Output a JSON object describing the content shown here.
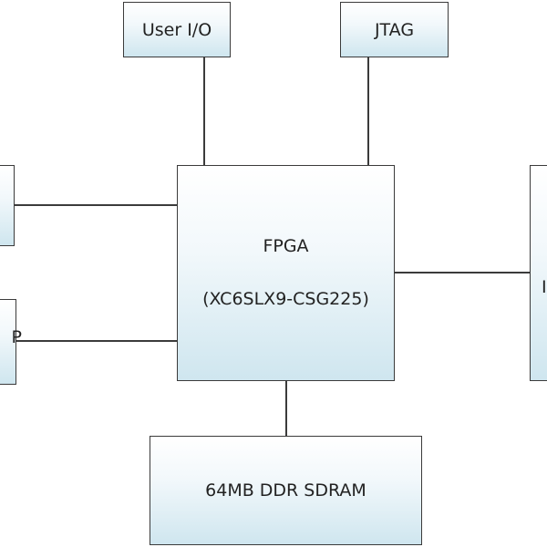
{
  "diagram": {
    "blocks": {
      "user_io": "User I/O",
      "jtag": "JTAG",
      "fpga_name": "FPGA",
      "fpga_part": "(XC6SLX9-CSG225)",
      "sdram": "64MB DDR SDRAM",
      "right_partial": "I",
      "left_lower_partial": "P"
    },
    "colors": {
      "border": "#3b3b3b",
      "fill_top": "#ffffff",
      "fill_bottom": "#cfe6ef"
    }
  }
}
